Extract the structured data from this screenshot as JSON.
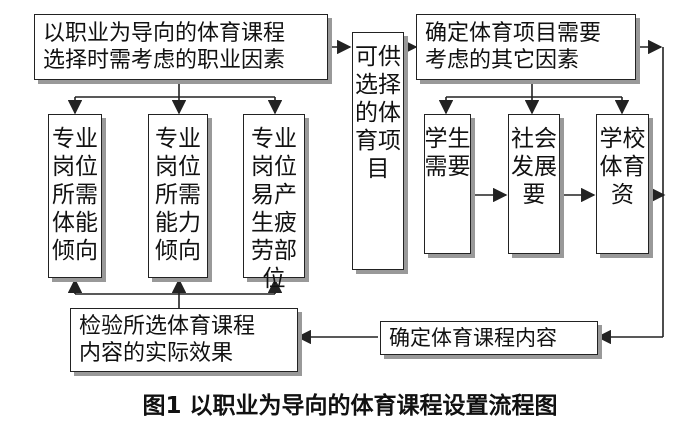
{
  "boxes": {
    "career_factors": [
      "以职业为导向的体育课程",
      "选择时需考虑的职业因素"
    ],
    "other_factors": [
      "确定体育项目需要",
      "考虑的其它因素"
    ],
    "posture": [
      "专业",
      "岗位",
      "所需",
      "体能",
      "倾向"
    ],
    "ability": [
      "专业",
      "岗位",
      "所需",
      "能力",
      "倾向"
    ],
    "fatigue": [
      "专业",
      "岗位",
      "易产",
      "生疲",
      "劳部",
      "位"
    ],
    "options": [
      "可供",
      "选择",
      "的体",
      "育项",
      "目"
    ],
    "students": [
      "学生",
      "需要"
    ],
    "society": [
      "社会",
      "发展",
      "要"
    ],
    "school": [
      "学校",
      "体育",
      "资"
    ],
    "verify": [
      "检验所选体育课程",
      "内容的实际效果"
    ],
    "content": "确定体育课程内容"
  },
  "caption": "图1  以职业为导向的体育课程设置流程图"
}
